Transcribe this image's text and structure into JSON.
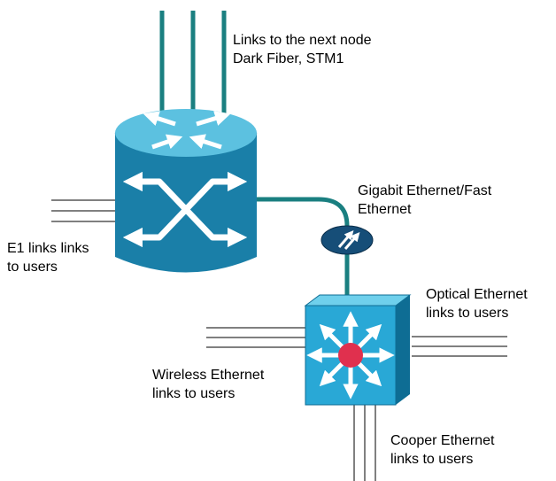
{
  "labels": {
    "next_node": {
      "line1": "Links to the next node",
      "line2": "Dark Fiber, STM1"
    },
    "gigabit": {
      "line1": "Gigabit Ethernet/Fast",
      "line2": "Ethernet"
    },
    "e1": {
      "line1": "E1 links links",
      "line2": "to users"
    },
    "optical": {
      "line1": "Optical Ethernet",
      "line2": "links to users"
    },
    "wireless": {
      "line1": "Wireless Ethernet",
      "line2": "links to users"
    },
    "cooper": {
      "line1": "Cooper Ethernet",
      "line2": "links to users"
    }
  },
  "colors": {
    "router_body": "#1a7fa8",
    "router_top": "#5cc1e0",
    "switch_front": "#29a8d6",
    "switch_top": "#6fd0ec",
    "switch_side": "#0e6d94",
    "link_teal": "#1a7f80",
    "transceiver": "#164e78",
    "center_dot": "#e0304e"
  },
  "icons": {
    "router": "router-icon",
    "switch": "multilayer-switch-icon",
    "transceiver": "transceiver-icon"
  }
}
